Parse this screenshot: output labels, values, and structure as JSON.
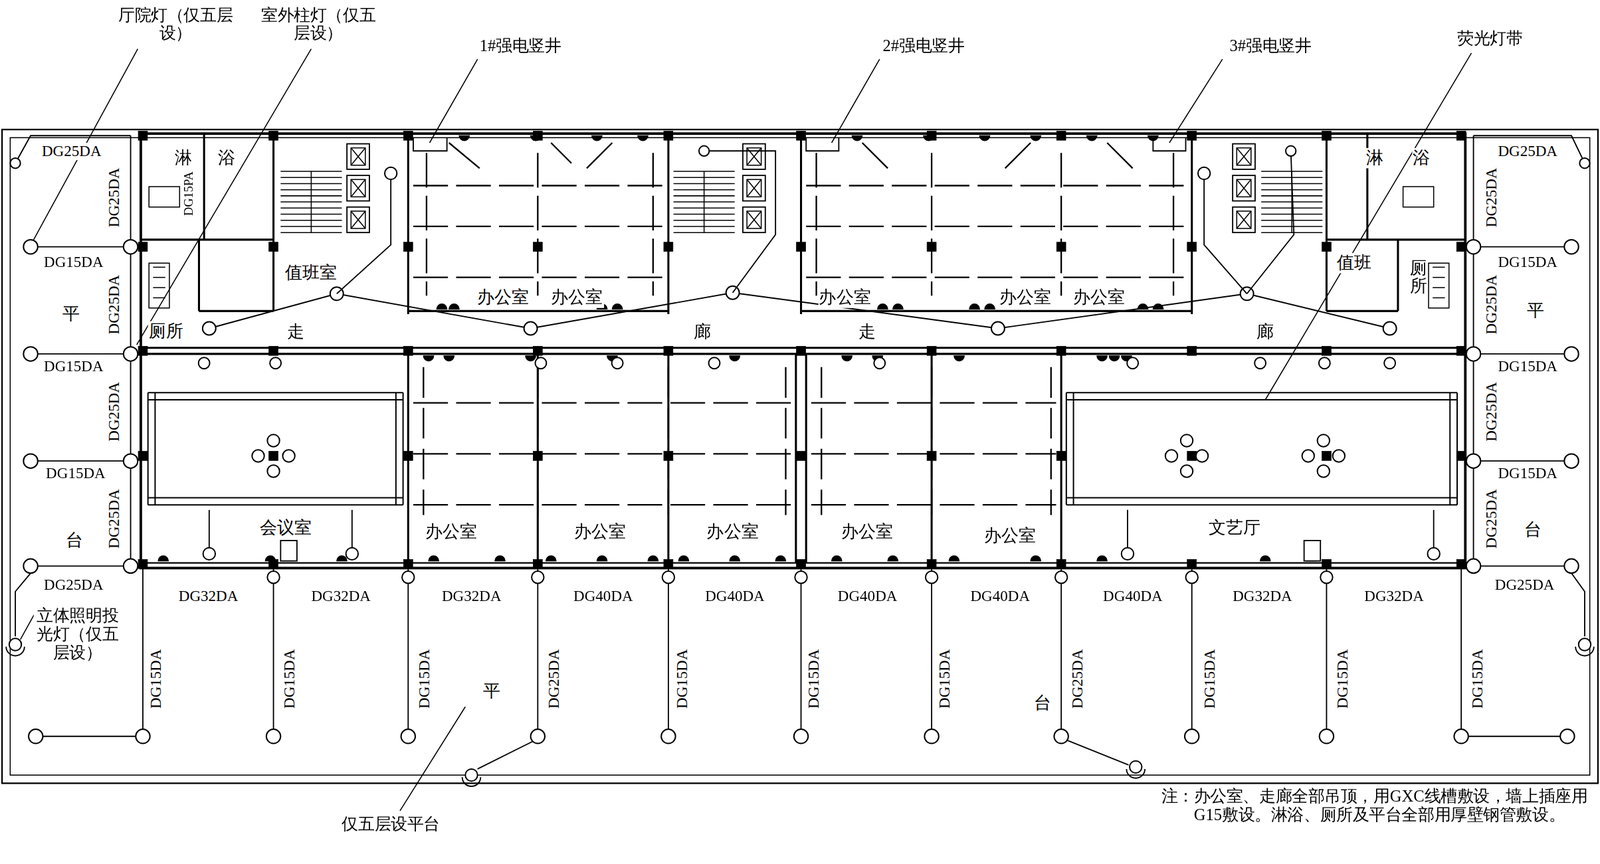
{
  "diagram": {
    "labels": [
      "厅院灯（仅五层设）",
      "室外柱灯（仅五层设）",
      "1#强电竖井",
      "2#强电竖井",
      "3#强电竖井",
      "荧光灯带",
      "立体照明投光灯（仅五层设）",
      "仅五层设平台",
      "注：办公室、走廊全部吊顶，用GXC线槽敷设，墙上插座用G15敷设。淋浴、厕所及平台全部用厚壁钢管敷设。",
      "淋",
      "浴",
      "DG15PA",
      "值班室",
      "厕所",
      "走",
      "廊",
      "走",
      "廊",
      "办公室",
      "办公室",
      "办公室",
      "办公室",
      "办公室",
      "会议室",
      "办公室",
      "办公室",
      "办公室",
      "办公室",
      "办公室",
      "文艺厅",
      "淋",
      "浴",
      "值班",
      "厕所",
      "平",
      "台",
      "平",
      "台",
      "平",
      "台",
      "DG25DA",
      "DG15DA",
      "DG15DA",
      "DG15DA",
      "DG25DA",
      "DG25DA",
      "DG25DA",
      "DG25DA",
      "DG25DA",
      "DG25DA",
      "DG15DA",
      "DG15DA",
      "DG15DA",
      "DG25DA",
      "DG25DA",
      "DG25DA",
      "DG25DA",
      "DG25DA",
      "DG32DA",
      "DG32DA",
      "DG32DA",
      "DG40DA",
      "DG40DA",
      "DG40DA",
      "DG40DA",
      "DG40DA",
      "DG32DA",
      "DG32DA",
      "DG15DA",
      "DG15DA",
      "DG15DA",
      "DG25DA",
      "DG15DA",
      "DG15DA",
      "DG15DA",
      "DG25DA",
      "DG15DA",
      "DG15DA",
      "DG15DA"
    ]
  }
}
